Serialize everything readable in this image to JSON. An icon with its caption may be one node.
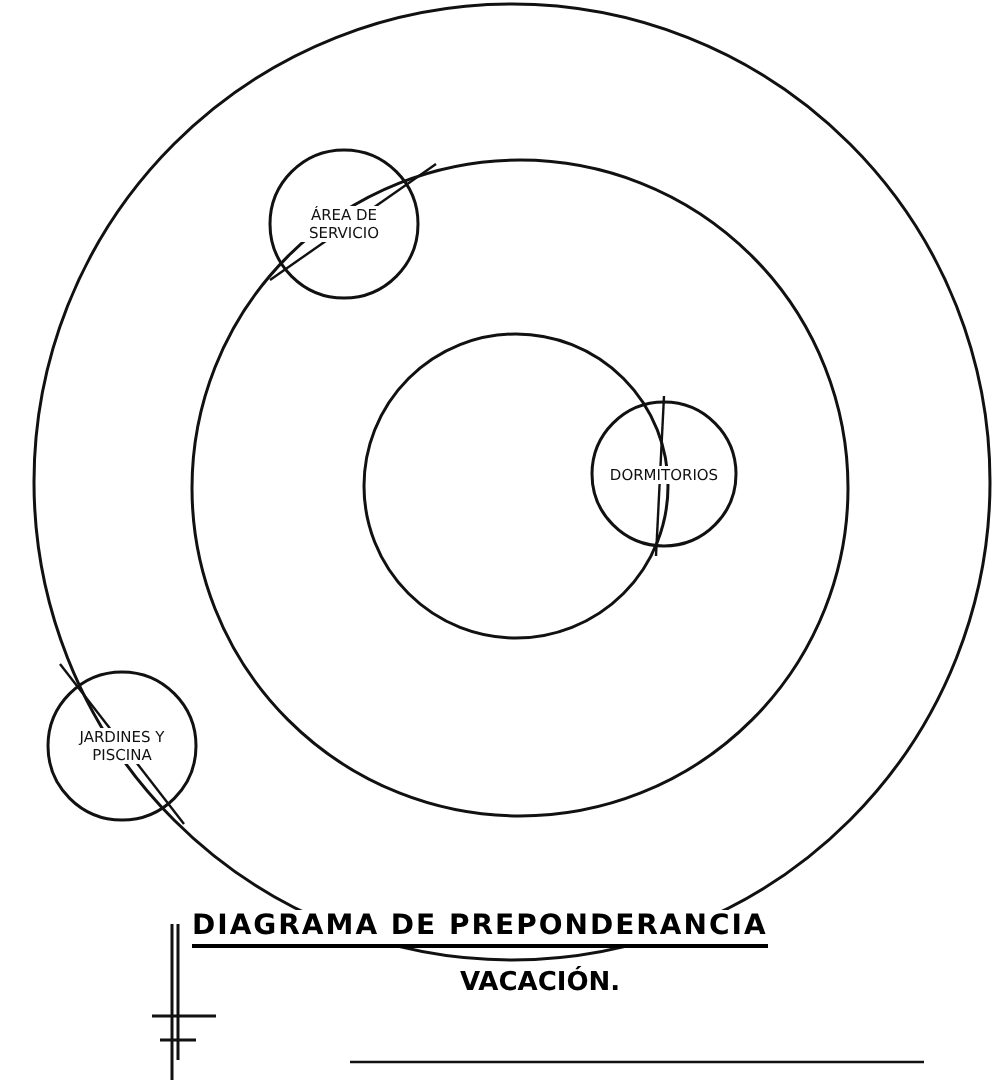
{
  "diagram": {
    "title": "DIAGRAMA DE PREPONDERANCIA",
    "caption": "VACACIÓN.",
    "nodes": [
      {
        "text": [],
        "shape": "circle"
      },
      {
        "text": [],
        "shape": "circle",
        "in": 0
      },
      {
        "text": [],
        "shape": "circle",
        "in": 1
      },
      {
        "text": [
          "ÁREA DE SERVICIO"
        ],
        "in": 0
      },
      {
        "text": [
          "DORMITORIOS"
        ],
        "in": 1
      },
      {
        "text": [
          "JARDINES Y PISCINA"
        ],
        "in": 0
      }
    ],
    "edges": []
  }
}
